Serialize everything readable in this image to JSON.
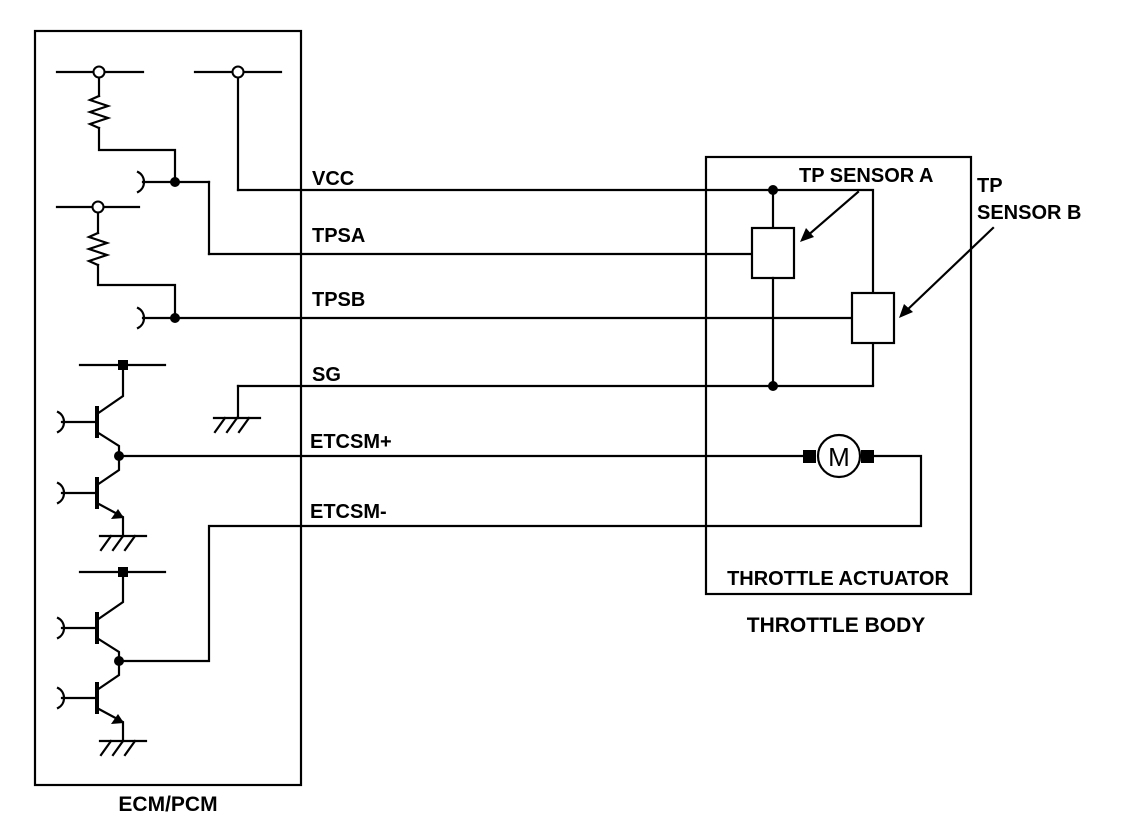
{
  "ecm": {
    "label": "ECM/PCM"
  },
  "throttle": {
    "actuator_label": "THROTTLE ACTUATOR",
    "body_label": "THROTTLE BODY",
    "sensor_a_label": "TP SENSOR A",
    "sensor_b_label_line1": "TP",
    "sensor_b_label_line2": "SENSOR B",
    "motor_symbol": "M"
  },
  "signals": {
    "vcc": "VCC",
    "tpsa": "TPSA",
    "tpsb": "TPSB",
    "sg": "SG",
    "etcsm_plus": "ETCSM+",
    "etcsm_minus": "ETCSM-"
  },
  "colors": {
    "ink": "#000000",
    "background": "#ffffff"
  }
}
